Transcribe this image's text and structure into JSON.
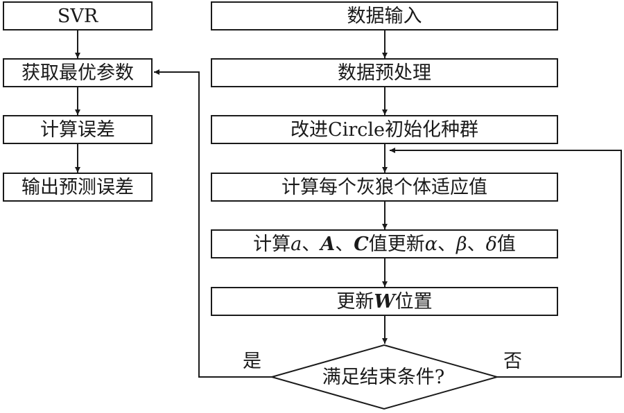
{
  "left_column": {
    "svr": "SVR",
    "get_params": "获取最优参数",
    "calc_error": "计算误差",
    "output_error": "输出预测误差"
  },
  "right_column": {
    "data_input": "数据输入",
    "preprocess": "数据预处理",
    "init_population": "改进Circle初始化种群",
    "fitness": "计算每个灰狼个体适应值",
    "update_params": {
      "p1": "计算",
      "a": "a",
      "sep1": "、",
      "A": "A",
      "sep2": "、",
      "C": "C",
      "p2": "值更新",
      "alpha": "α",
      "sep3": "、",
      "beta": "β",
      "sep4": "、",
      "delta": "δ",
      "p3": "值"
    },
    "update_position": {
      "p1": "更新",
      "W": "W",
      "p2": "位置"
    }
  },
  "decision": {
    "text": "满足结束条件?",
    "yes": "是",
    "no": "否"
  }
}
